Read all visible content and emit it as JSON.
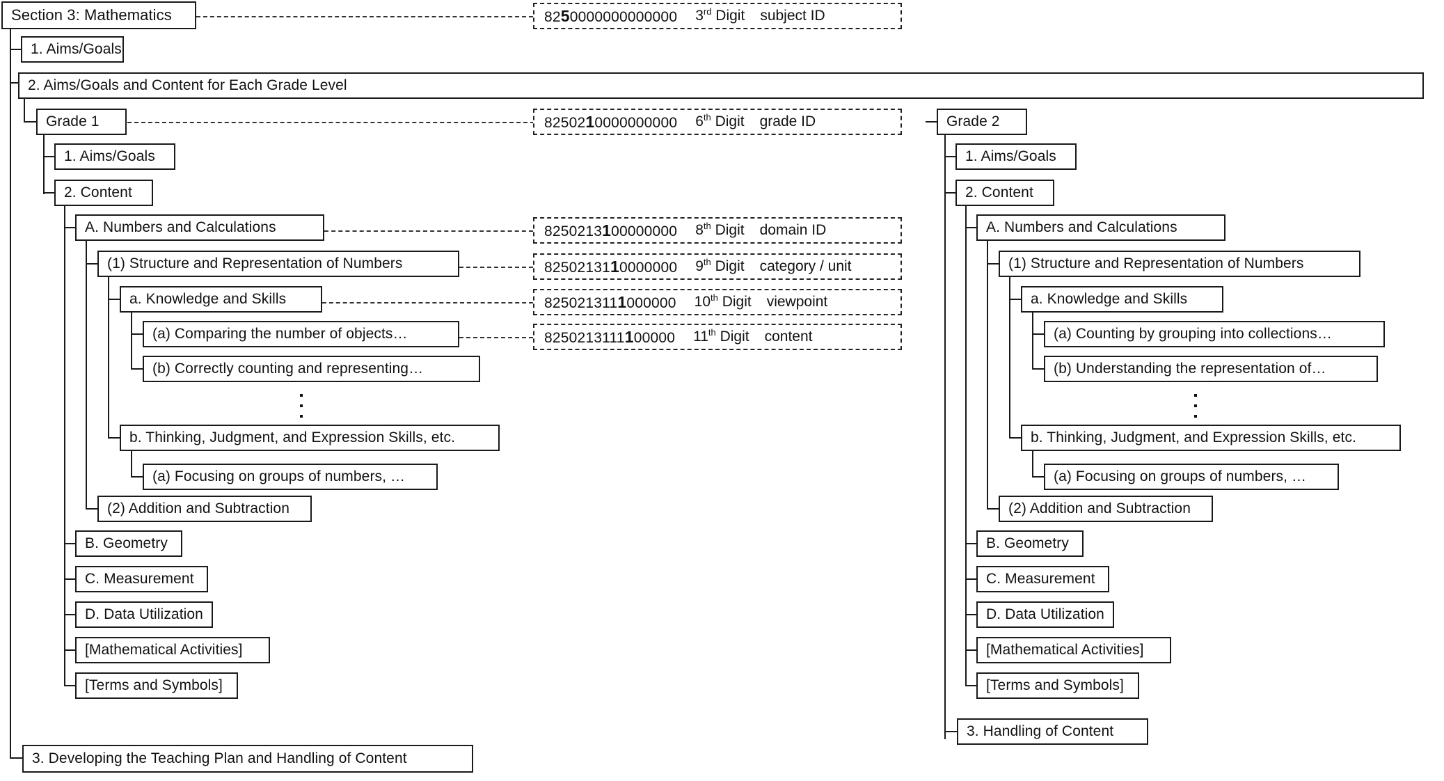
{
  "diagram": {
    "title": "Section 3: Mathematics",
    "root": {
      "label": "Section 3: Mathematics",
      "id_code": {
        "prefix": "82",
        "bold": "5",
        "suffix": "0000000000000"
      },
      "id_digit": "3",
      "id_digit_suffix": "rd",
      "id_digit_word": "Digit",
      "id_meaning": "subject ID"
    },
    "section_items": {
      "aims_goals": "1. Aims/Goals",
      "aims_and_content": "2. Aims/Goals  and Content for Each Grade Level",
      "teaching_plan": "3. Developing the Teaching Plan and Handling of Content"
    },
    "id_boxes": [
      {
        "name": "subject-id",
        "code_prefix": "82",
        "code_bold": "5",
        "code_suffix": "0000000000000",
        "digit": "3",
        "digit_suffix": "rd",
        "digit_word": "Digit",
        "meaning": "subject ID"
      },
      {
        "name": "grade-id",
        "code_prefix": "82502",
        "code_bold": "1",
        "code_suffix": "0000000000",
        "digit": "6",
        "digit_suffix": "th",
        "digit_word": "Digit",
        "meaning": "grade ID"
      },
      {
        "name": "domain-id",
        "code_prefix": "8250213",
        "code_bold": "1",
        "code_suffix": "00000000",
        "digit": "8",
        "digit_suffix": "th",
        "digit_word": "Digit",
        "meaning": "domain ID"
      },
      {
        "name": "category-unit-id",
        "code_prefix": "82502131",
        "code_bold": "1",
        "code_suffix": "0000000",
        "digit": "9",
        "digit_suffix": "th",
        "digit_word": "Digit",
        "meaning": "category / unit"
      },
      {
        "name": "viewpoint-id",
        "code_prefix": "825021311",
        "code_bold": "1",
        "code_suffix": "000000",
        "digit": "10",
        "digit_suffix": "th",
        "digit_word": "Digit",
        "meaning": "viewpoint"
      },
      {
        "name": "content-id",
        "code_prefix": "8250213111",
        "code_bold": "1",
        "code_suffix": "00000",
        "digit": "11",
        "digit_suffix": "th",
        "digit_word": "Digit",
        "meaning": "content"
      }
    ],
    "grade1": {
      "label": "Grade 1",
      "aims_goals": "1. Aims/Goals",
      "content": "2. Content",
      "domain_a": "A.  Numbers and Calculations",
      "unit_1": "(1) Structure and Representation of Numbers",
      "viewpoint_a": "a. Knowledge and Skills",
      "content_a": "(a) Comparing the number of objects…",
      "content_b": "(b) Correctly counting and representing…",
      "viewpoint_b": "b. Thinking, Judgment, and Expression Skills, etc.",
      "viewpoint_b_content_a": "(a) Focusing on groups of numbers, …",
      "unit_2": "(2) Addition and Subtraction",
      "domain_b": "B. Geometry",
      "domain_c": "C. Measurement",
      "domain_d": "D. Data Utilization",
      "math_activities": "[Mathematical Activities]",
      "terms_symbols": "[Terms  and Symbols]"
    },
    "grade2": {
      "label": "Grade 2",
      "aims_goals": "1. Aims/Goals",
      "content": "2. Content",
      "domain_a": "A.  Numbers and Calculations",
      "unit_1": "(1) Structure and Representation of Numbers",
      "viewpoint_a": "a. Knowledge and Skills",
      "content_a": "(a) Counting by grouping into collections…",
      "content_b": "(b) Understanding the representation of…",
      "viewpoint_b": "b. Thinking, Judgment, and Expression Skills, etc.",
      "viewpoint_b_content_a": "(a) Focusing on groups of numbers, …",
      "unit_2": "(2) Addition and Subtraction",
      "domain_b": "B. Geometry",
      "domain_c": "C. Measurement",
      "domain_d": "D. Data Utilization",
      "math_activities": "[Mathematical Activities]",
      "terms_symbols": "[Terms  and Symbols]",
      "handling_of_content": "3. Handling of Content"
    },
    "colors": {
      "line": "#1a1a1a",
      "box_border": "#1a1a1a",
      "background": "#ffffff",
      "text": "#111111"
    }
  }
}
